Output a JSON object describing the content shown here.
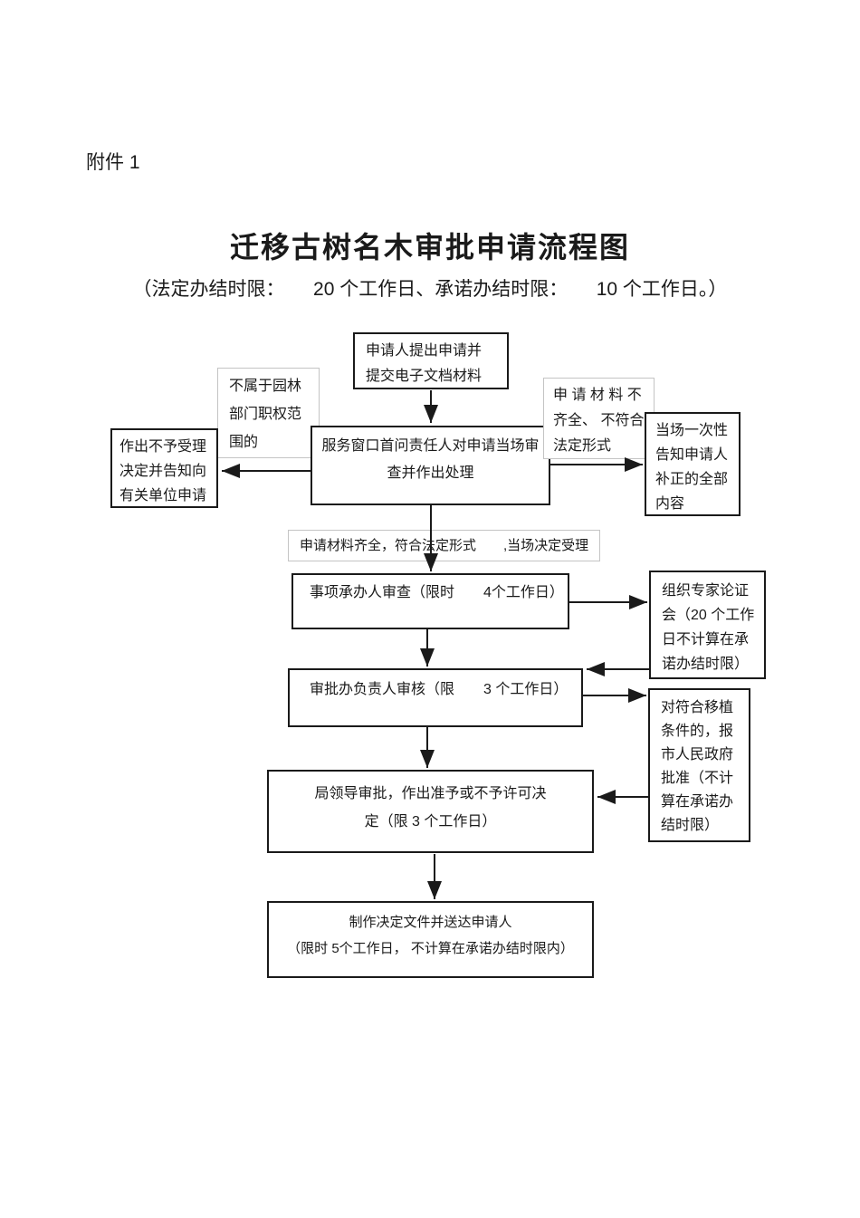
{
  "page": {
    "attachment": "附件 1",
    "title": "迁移古树名木审批申请流程图",
    "subtitle": "（法定办结时限：　　20 个工作日、承诺办结时限：　　10 个工作日。）"
  },
  "flowchart": {
    "apply_box": "申请人提出申请并\n提交电子文档材料",
    "note_not_in_scope": "不属于园林\n部门职权范\n围的",
    "reject_box": "作出不予受理\n决定并告知向\n有关单位申请",
    "window_review_box": "服务窗口首问责任人对申请当场审\n查并作出处理",
    "note_incomplete": "申 请 材 料 不\n齐全、 不符合\n法定形式",
    "notify_box": "当场一次性\n告知申请人\n补正的全部\n内容",
    "accept_label": "申请材料齐全，符合法定形式　　,当场决定受理",
    "undertaker_box": "事项承办人审查（限时　　4个工作日）",
    "expert_box": "组织专家论证\n会（20 个工作\n日不计算在承\n诺办结时限）",
    "director_box": "审批办负责人审核（限　　3 个工作日）",
    "gov_box": "对符合移植\n条件的，报\n市人民政府\n批准（不计\n算在承诺办\n结时限）",
    "leader_box": "局领导审批，作出准予或不予许可决\n定（限 3 个工作日）",
    "deliver_box": "制作决定文件并送达申请人\n（限时 5个工作日， 不计算在承诺办结时限内）"
  }
}
